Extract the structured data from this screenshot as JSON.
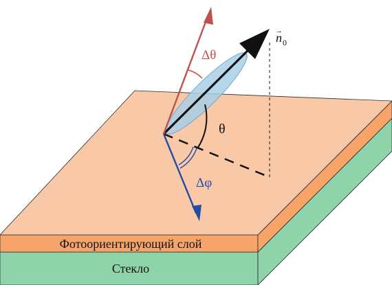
{
  "layers": {
    "photoalignment_label": "Фотоориентирующий слой",
    "glass_label": "Стекло"
  },
  "angles": {
    "delta_theta": "Δθ",
    "theta": "θ",
    "delta_phi": "Δφ"
  },
  "vector": {
    "n0_base": "n",
    "n0_sub": "0",
    "n0_arrow": "→"
  },
  "colors": {
    "top_surface": "#f9c8a6",
    "photo_layer": "#f6a46a",
    "glass": "#8fd3aa",
    "red_arrow": "#c0504d",
    "blue_arrow": "#1f4ea3",
    "ellipse_fill": "#a9cfe6",
    "ellipse_stroke": "#6fa8cf"
  }
}
